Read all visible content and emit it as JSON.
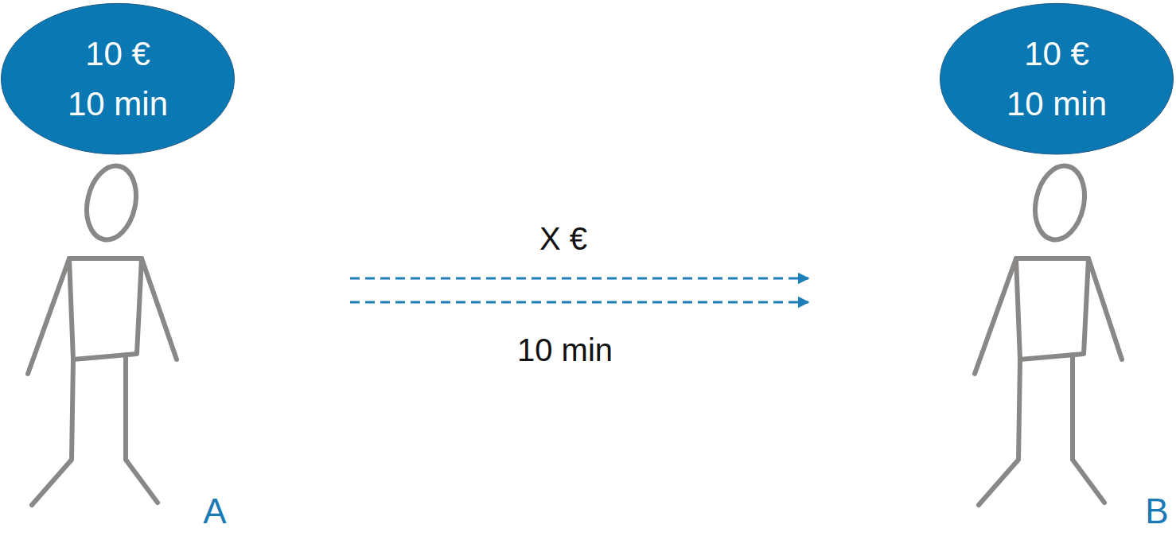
{
  "diagram": {
    "nodes": [
      {
        "text": [
          "10 €",
          "10 min"
        ]
      },
      {
        "text": [
          "10 €",
          "10 min"
        ]
      }
    ],
    "labels": [
      "X €",
      "10 min",
      "A",
      "B"
    ]
  }
}
